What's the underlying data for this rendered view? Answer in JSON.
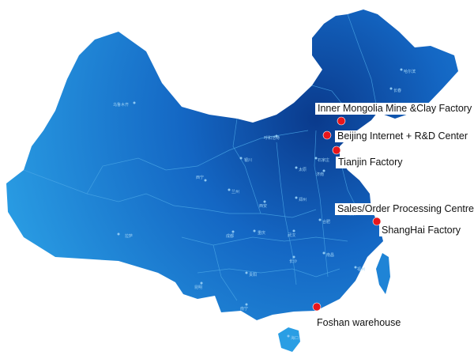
{
  "locations": [
    {
      "label": "Inner Mongolia Mine &Clay Factory"
    },
    {
      "label": "Beijing Internet + R&D Center"
    },
    {
      "label": "Tianjin Factory"
    },
    {
      "label": "Sales/Order Processing Centre"
    },
    {
      "label": "ShangHai Factory"
    },
    {
      "label": "Foshan warehouse"
    }
  ],
  "cities": [
    "乌鲁木齐",
    "拉萨",
    "西宁",
    "兰州",
    "银川",
    "呼和浩特",
    "太原",
    "石家庄",
    "西安",
    "郑州",
    "济南",
    "成都",
    "重庆",
    "武汉",
    "合肥",
    "南京",
    "长沙",
    "贵阳",
    "昆明",
    "南昌",
    "福州",
    "南宁",
    "海口",
    "哈尔滨",
    "长春",
    "沈阳"
  ],
  "colors": {
    "land_dark": "#0a3a8c",
    "land_mid": "#1467c4",
    "land_light": "#2a9ee4",
    "border": "#4aa6e6",
    "dot": "#e8161b"
  }
}
